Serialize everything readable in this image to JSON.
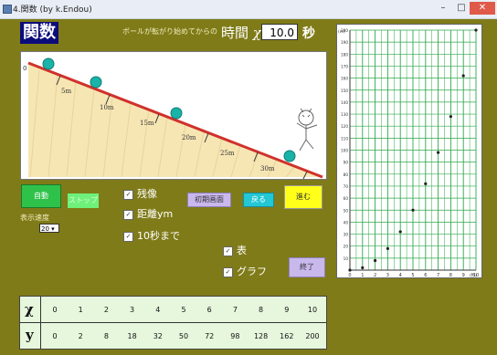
{
  "window": {
    "title": "4.関数 (by k.Endou)",
    "min": "–",
    "max": "□",
    "close": "✕"
  },
  "header": {
    "title": "関数",
    "instruction": "ボールが転がり始めてからの",
    "time_label": "時間",
    "x_symbol": "χ",
    "time_value": "10.0",
    "unit": "秒"
  },
  "slope": {
    "origin_label": "0",
    "distance_labels": [
      "5m",
      "10m",
      "15m",
      "20m",
      "25m",
      "30m"
    ]
  },
  "controls": {
    "auto_label": "自動",
    "stop_label": "ストップ",
    "speed_label": "表示速度",
    "speed_value": "20",
    "init_label": "初期画面",
    "back_label": "戻る",
    "forward_label": "進む",
    "end_label": "終了",
    "checkboxes": {
      "zanzo": {
        "label": "残像",
        "checked": true
      },
      "kyori": {
        "label": "距離ym",
        "checked": true
      },
      "ten_sec": {
        "label": "10秒まで",
        "checked": true
      },
      "hyo": {
        "label": "表",
        "checked": true
      },
      "graph": {
        "label": "グラフ",
        "checked": true
      }
    }
  },
  "table": {
    "x_header": "χ",
    "y_header": "y",
    "x_values": [
      "0",
      "1",
      "2",
      "3",
      "4",
      "5",
      "6",
      "7",
      "8",
      "9",
      "10"
    ],
    "y_values": [
      "0",
      "2",
      "8",
      "18",
      "32",
      "50",
      "72",
      "98",
      "128",
      "162",
      "200"
    ]
  },
  "chart_data": {
    "type": "scatter",
    "x": [
      0,
      1,
      2,
      3,
      4,
      5,
      6,
      7,
      8,
      9,
      10
    ],
    "y": [
      0,
      2,
      8,
      18,
      32,
      50,
      72,
      98,
      128,
      162,
      200
    ],
    "ylabel": "(m)",
    "xlabel": "(秒)",
    "xlim": [
      0,
      10
    ],
    "ylim": [
      0,
      200
    ],
    "xticks": [
      "0",
      "1",
      "2",
      "3",
      "4",
      "5",
      "6",
      "7",
      "8",
      "9",
      "10"
    ],
    "yticks": [
      "10",
      "20",
      "30",
      "40",
      "50",
      "60",
      "70",
      "80",
      "90",
      "100",
      "110",
      "120",
      "130",
      "140",
      "150",
      "160",
      "170",
      "180",
      "190",
      "200"
    ],
    "grid": true,
    "grid_color": "#2ea84a",
    "point_color": "#222222"
  },
  "colors": {
    "background": "#7f7b18",
    "ramp_line": "#d0312b",
    "ramp_fill": "#f6e6b4",
    "ball": "#19b3a8"
  }
}
